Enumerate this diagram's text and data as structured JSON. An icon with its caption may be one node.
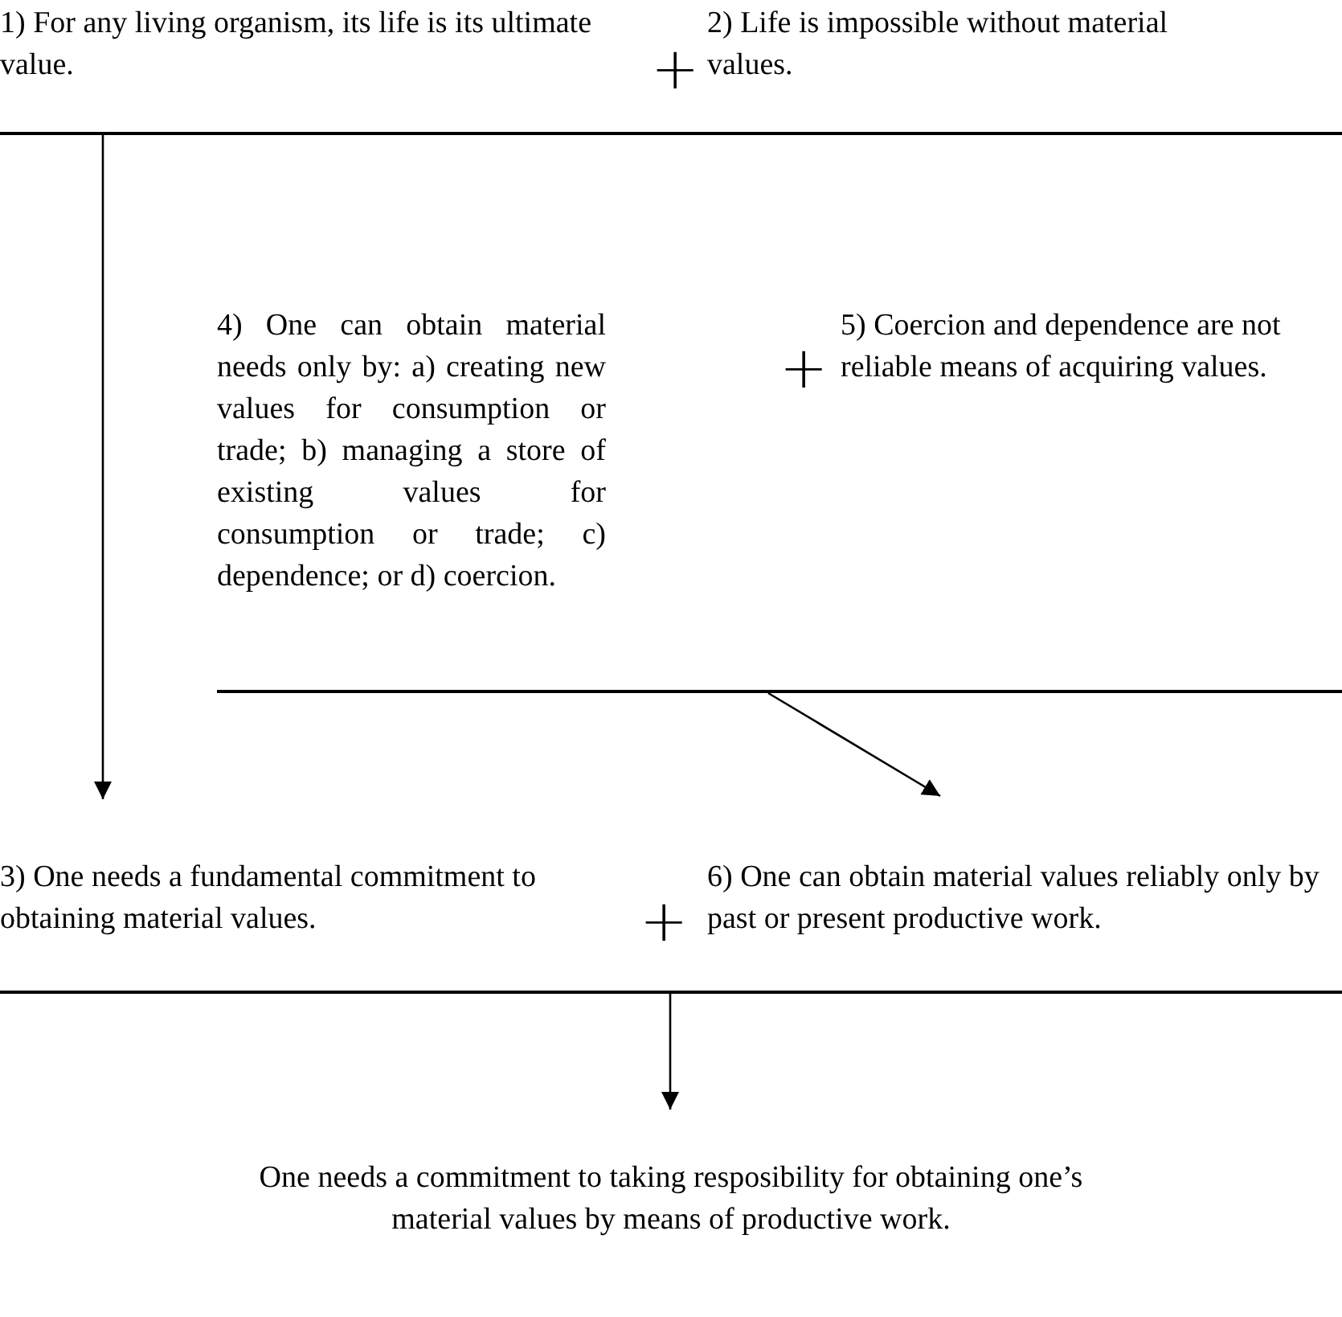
{
  "diagram": {
    "nodes": [
      {
        "text": [
          "1) For any living organism, its life is its ultimate value."
        ]
      },
      {
        "text": [
          "2) Life is impossible without material values."
        ]
      },
      {
        "text": [],
        "shape": "bar"
      },
      {
        "text": [
          "4) One can obtain material needs only by: a) creating new values for consumption or trade; b) managing a store of existing values for consumption or trade; c) dependence; or d) coercion."
        ]
      },
      {
        "text": [
          "5) Coercion and dependence are not reliable means of acquiring values."
        ]
      },
      {
        "text": [],
        "shape": "bar"
      },
      {
        "text": [
          "3) One needs a fundamental commitment to obtaining material values."
        ]
      },
      {
        "text": [
          "6) One can obtain material values reliably only by past or present productive work."
        ]
      },
      {
        "text": [],
        "shape": "bar"
      },
      {
        "text": [
          "One needs a commitment to taking resposibility for obtaining one’s material values by means of productive work."
        ]
      }
    ],
    "edges": [
      {
        "from": 2,
        "to": 6,
        "arrow": "to"
      },
      {
        "from": 5,
        "to": 7,
        "arrow": "to"
      },
      {
        "from": 8,
        "to": 9,
        "arrow": "to"
      }
    ],
    "labels": [
      "+",
      "+",
      "+"
    ]
  }
}
